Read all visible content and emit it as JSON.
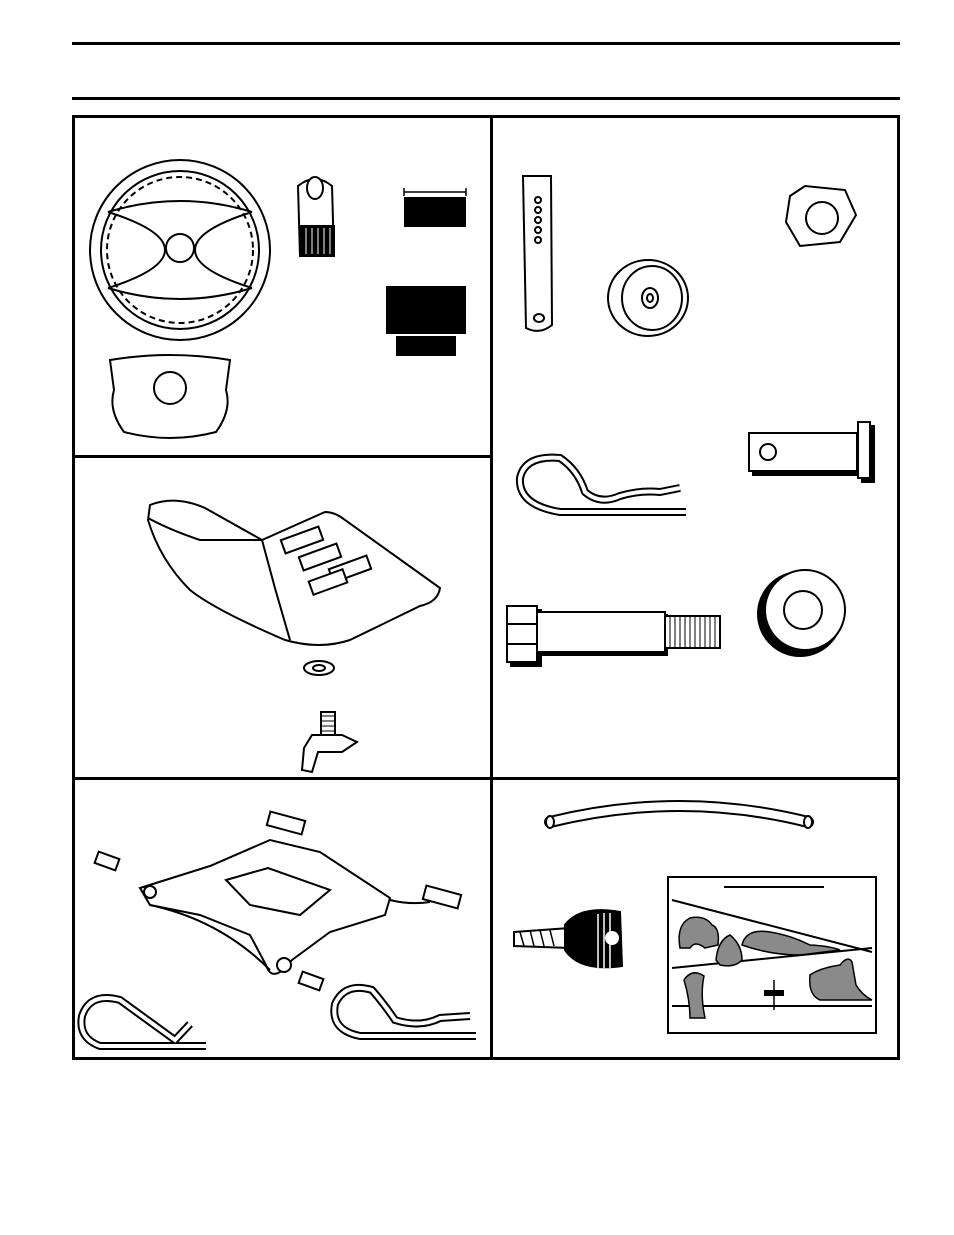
{
  "page": {
    "title": "",
    "panels": [
      {
        "id": "steering",
        "caption": ""
      },
      {
        "id": "hitch-parts",
        "caption": ""
      },
      {
        "id": "seat",
        "caption": ""
      },
      {
        "id": "seat-bracket",
        "caption": ""
      },
      {
        "id": "accessories",
        "caption": ""
      }
    ]
  },
  "colors": {
    "ink": "#000000",
    "paper": "#ffffff",
    "shade": "#8a8a8a"
  },
  "icons": [
    "steering-wheel-icon",
    "steering-adapter-icon",
    "steering-cap-icon",
    "label-icon",
    "gauge-wheel-link-icon",
    "deck-wheel-icon",
    "hex-nut-icon",
    "hairpin-cotter-icon",
    "clevis-pin-icon",
    "shoulder-bolt-icon",
    "washer-icon",
    "seat-icon",
    "seat-washer-icon",
    "seat-knob-icon",
    "seat-bracket-icon",
    "hose-icon",
    "ignition-key-icon",
    "decal-card-icon"
  ]
}
